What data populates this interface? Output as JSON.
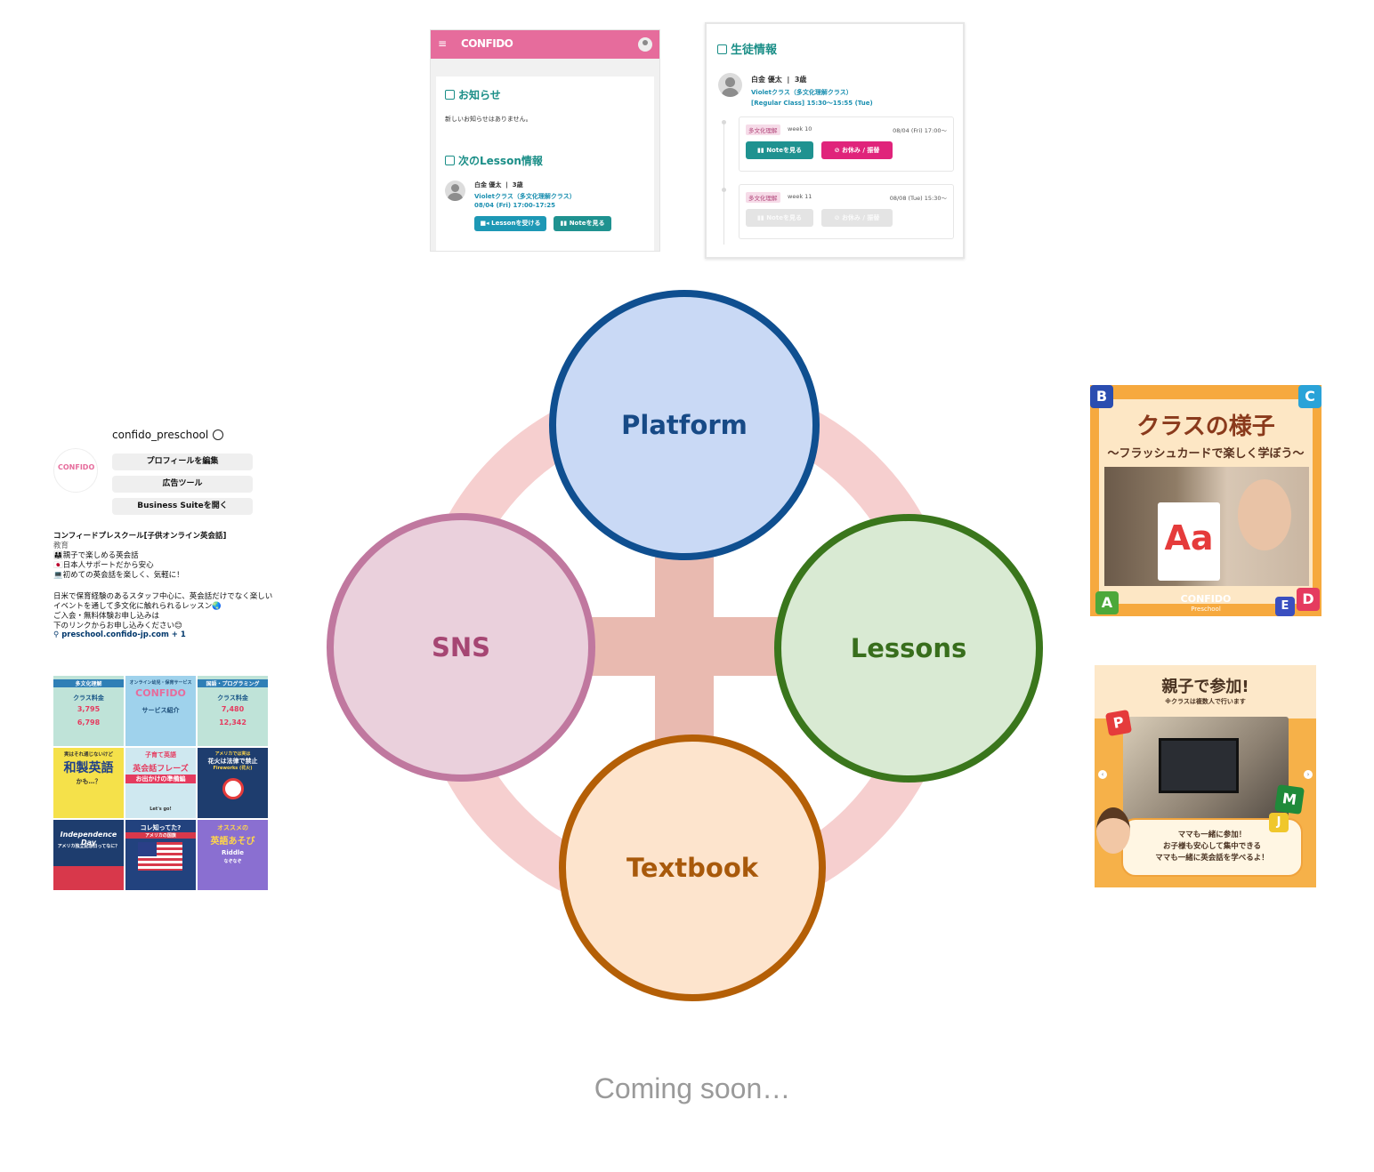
{
  "diagram": {
    "nodes": {
      "platform": "Platform",
      "sns": "SNS",
      "lessons": "Lessons",
      "textbook": "Textbook"
    },
    "colors": {
      "ring": "#f6cfcf",
      "cross": "#e9bab0",
      "platform_fill": "#c9d9f5",
      "platform_stroke": "#0f4f90",
      "platform_text": "#174a86",
      "sns_fill": "#ead0dc",
      "sns_stroke": "#c0789f",
      "sns_text": "#a64673",
      "lessons_fill": "#d9ead3",
      "lessons_stroke": "#3a761c",
      "lessons_text": "#386e1c",
      "textbook_fill": "#fde4cd",
      "textbook_stroke": "#b45f06",
      "textbook_text": "#a8590b"
    }
  },
  "footer": "Coming soon…",
  "platform_screen": {
    "logo": "CONFIDO",
    "menu_icon": "hamburger-icon",
    "notice_title": "お知らせ",
    "notice_text": "新しいお知らせはありません。",
    "lesson_title": "次のLesson情報",
    "student_name": "白金 優太",
    "student_age": "3歳",
    "class_name": "Violetクラス（多文化理解クラス）",
    "class_time": "08/04 (Fri) 17:00-17:25",
    "btn_lesson": "Lessonを受ける",
    "btn_note": "Noteを見る"
  },
  "student_screen": {
    "title": "生徒情報",
    "student_name": "白金 優太",
    "student_age": "3歳",
    "class_name": "Violetクラス（多文化理解クラス）",
    "regular": "[Regular Class] 15:30〜15:55 (Tue)",
    "rows": [
      {
        "tag": "多文化理解",
        "week": "week 10",
        "date": "08/04 (Fri) 17:00〜",
        "btn_note": "Noteを見る",
        "btn_rest": "お休み / 振替"
      },
      {
        "tag": "多文化理解",
        "week": "week 11",
        "date": "08/08 (Tue) 15:30〜",
        "btn_note": "Noteを見る",
        "btn_rest": "お休み / 振替"
      }
    ]
  },
  "instagram": {
    "username": "confido_preschool",
    "btn_edit": "プロフィールを編集",
    "btn_ads": "広告ツール",
    "btn_suite": "Business Suiteを開く",
    "bio_name": "コンフィードプレスクール[子供オンライン英会話]",
    "bio_category": "教育",
    "bio_lines": [
      "👨‍👩‍👧親子で楽しめる英会話",
      "🇯🇵日本人サポートだから安心",
      "💻初めての英会話を楽しく、気軽に！",
      "",
      "日米で保育経験のあるスタッフ中心に、英会話だけでなく楽しい",
      "イベントを通して多文化に触れられるレッスン🌏",
      "ご入会・無料体験お申し込みは",
      "下のリンクからお申し込みください😊"
    ],
    "link": "preschool.confido-jp.com + 1",
    "grid": [
      {
        "top": "多文化理解",
        "mid": "クラス料金",
        "a": "3,795",
        "b": "6,798"
      },
      {
        "top": "オンライン幼児・保育サービス",
        "mid": "CONFIDO",
        "a": "サービス紹介",
        "b": ""
      },
      {
        "top": "国語・プログラミング",
        "mid": "クラス料金",
        "a": "7,480",
        "b": "12,342"
      },
      {
        "top": "実はそれ通じないけど",
        "mid": "和製英語",
        "a": "かも…？",
        "b": ""
      },
      {
        "top": "子育て英語",
        "mid": "英会話フレーズ",
        "a": "お出かけの準備編",
        "b": "Let's go!"
      },
      {
        "top": "アメリカでは実は",
        "mid": "花火は法律で禁止",
        "a": "Fireworks (花火)",
        "b": ""
      },
      {
        "top": "",
        "mid": "Independence Day",
        "a": "アメリカ独立記念日ってなに？",
        "b": ""
      },
      {
        "top": "コレ知ってた?",
        "mid": "アメリカの国旗",
        "a": "",
        "b": ""
      },
      {
        "top": "オススメの",
        "mid": "英語あそび",
        "a": "Riddle",
        "b": "なぞなぞ"
      }
    ]
  },
  "class_image": {
    "title": "クラスの様子",
    "subtitle": "〜フラッシュカードで楽しく学ぼう〜",
    "brand": "CONFIDO",
    "brand_sub": "Preschool",
    "card_letters": "Aa",
    "letters": [
      "B",
      "C",
      "A",
      "E",
      "D"
    ]
  },
  "parent_image": {
    "title": "親子で参加!",
    "note": "※クラスは複数人で行います",
    "bubble": [
      "ママも一緒に参加！",
      "お子様も安心して集中できる",
      "ママも一緒に英会話を学べるよ！"
    ],
    "letters": [
      "P",
      "M",
      "J"
    ]
  }
}
